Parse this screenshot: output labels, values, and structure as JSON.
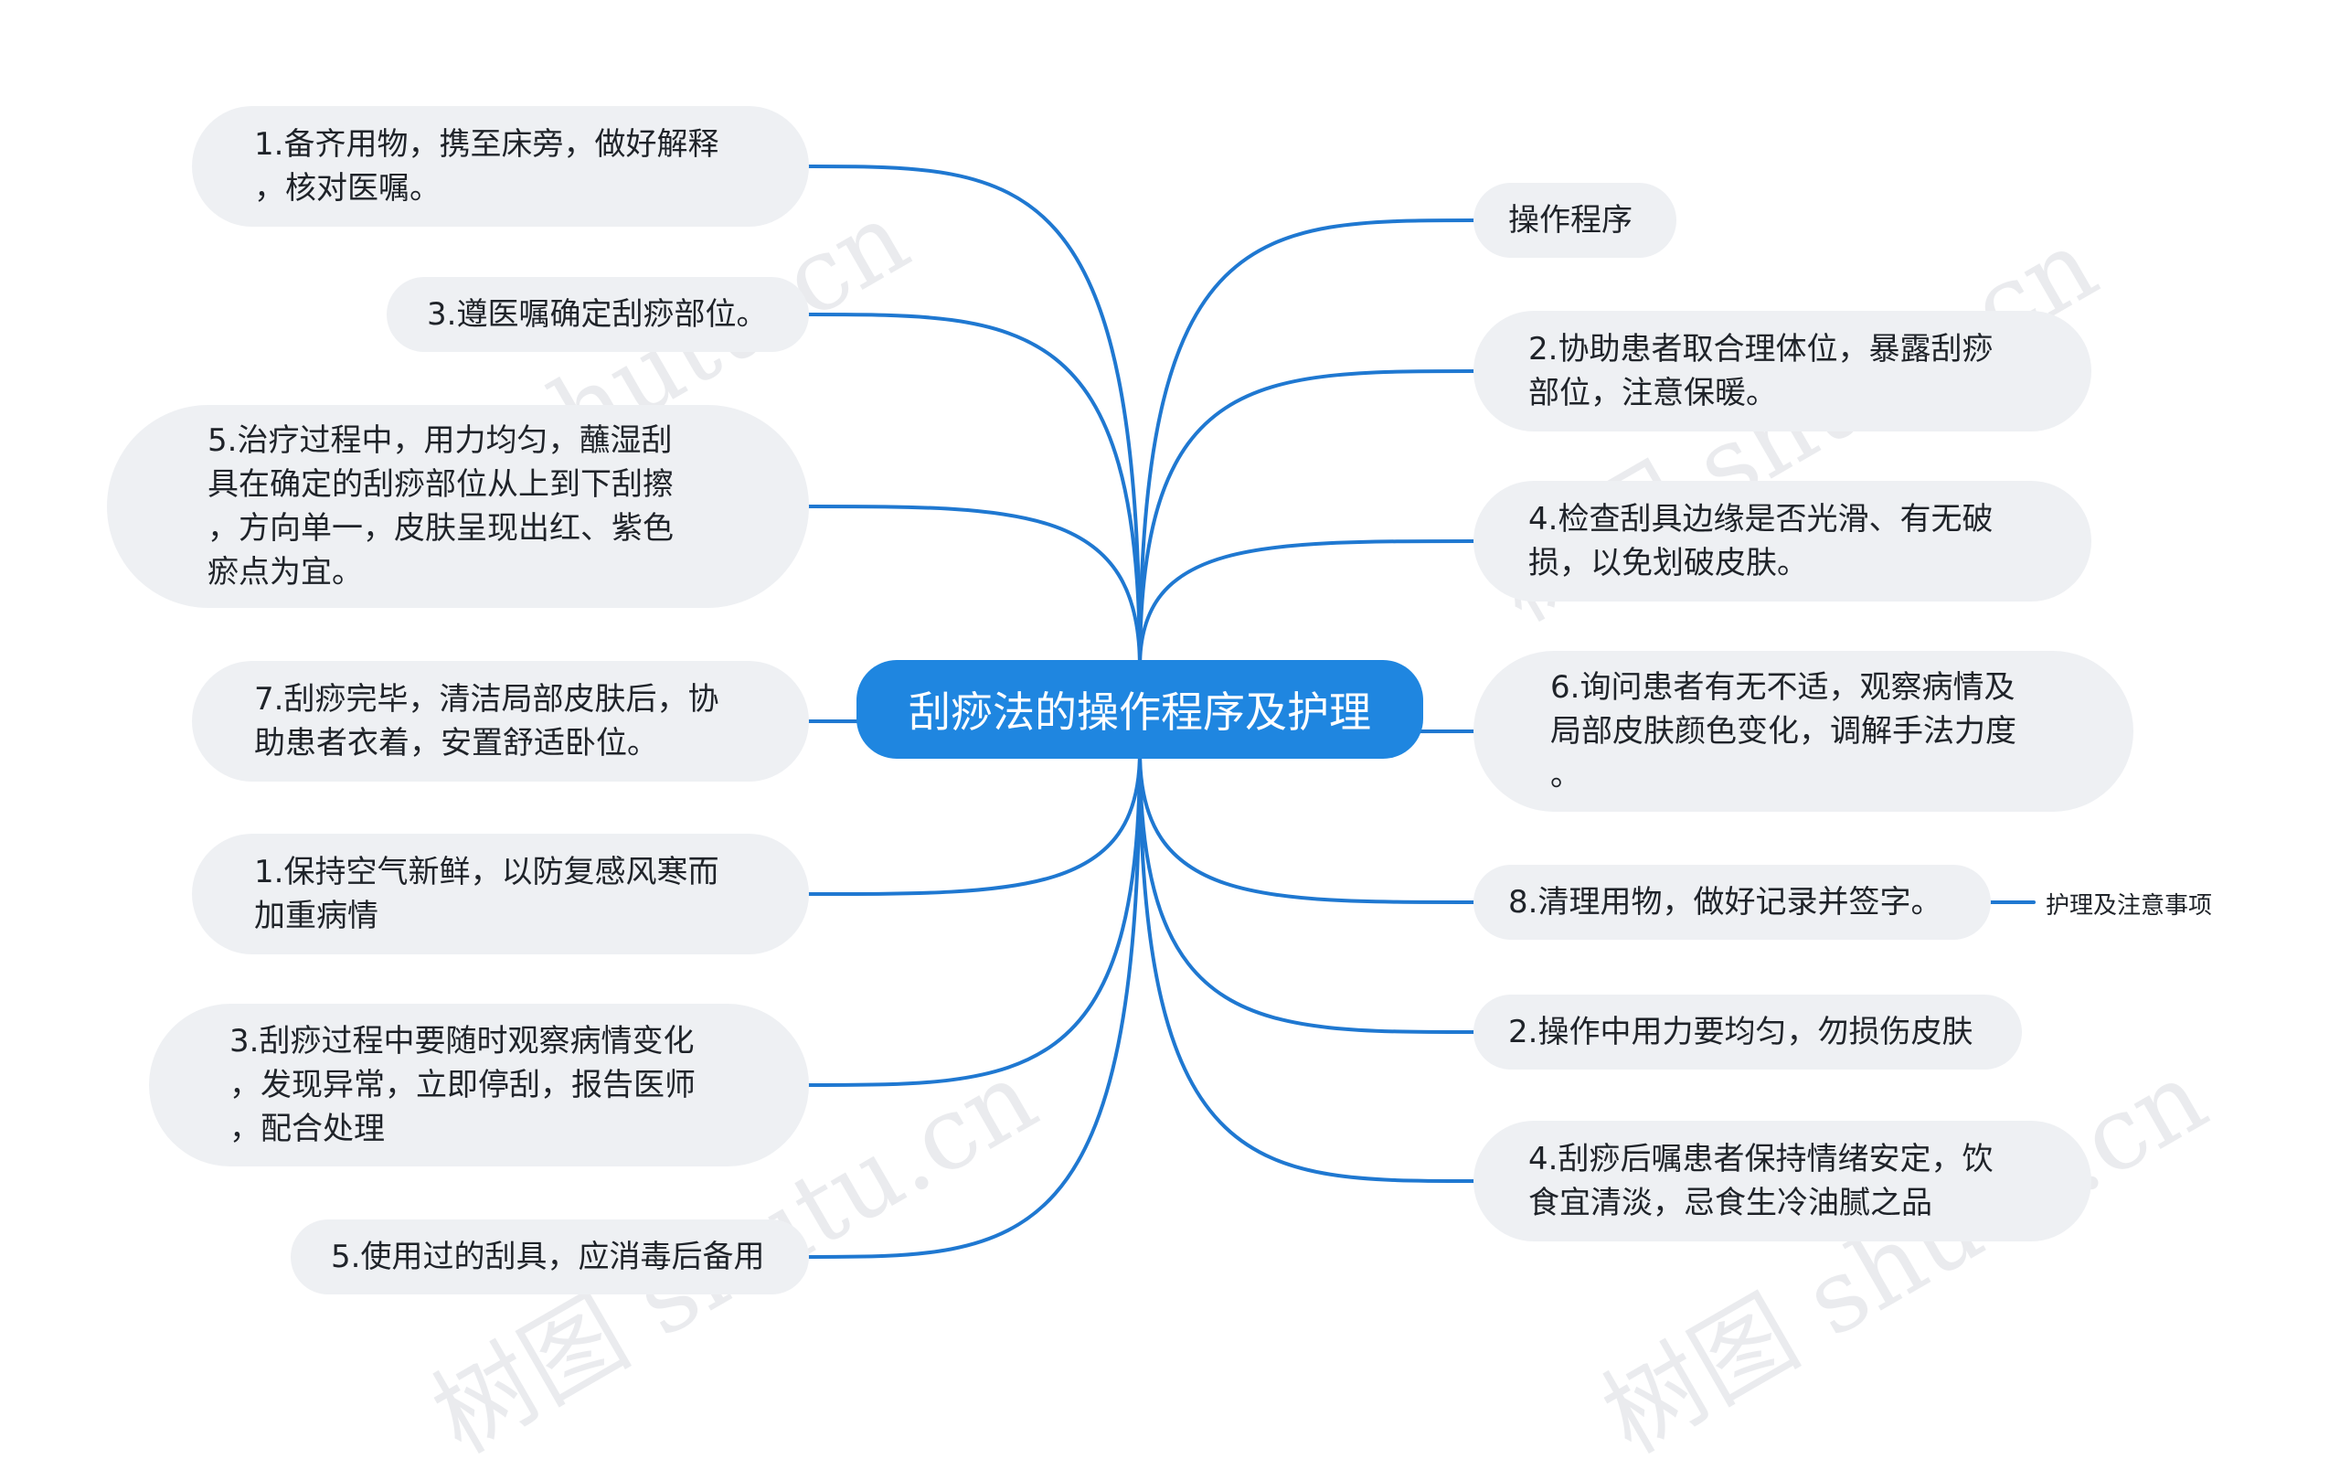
{
  "diagram": {
    "root": "刮痧法的操作程序及护理",
    "left_nodes": [
      "1.备齐用物，携至床旁，做好解释\n，核对医嘱。",
      "3.遵医嘱确定刮痧部位。",
      "5.治疗过程中，用力均匀，蘸湿刮\n具在确定的刮痧部位从上到下刮擦\n，方向单一，皮肤呈现出红、紫色\n瘀点为宜。",
      "7.刮痧完毕，清洁局部皮肤后，协\n助患者衣着，安置舒适卧位。",
      "1.保持空气新鲜，以防复感风寒而\n加重病情",
      "3.刮痧过程中要随时观察病情变化\n，发现异常，立即停刮，报告医师\n，配合处理",
      "5.使用过的刮具，应消毒后备用"
    ],
    "right_nodes": [
      "操作程序",
      "2.协助患者取合理体位，暴露刮痧\n部位，注意保暖。",
      "4.检查刮具边缘是否光滑、有无破\n损，以免划破皮肤。",
      "6.询问患者有无不适，观察病情及\n局部皮肤颜色变化，调解手法力度\n。",
      "8.清理用物，做好记录并签字。",
      "2.操作中用力要均匀，勿损伤皮肤",
      "4.刮痧后嘱患者保持情绪安定，饮\n食宜清淡，忌食生冷油腻之品"
    ],
    "leaf": "护理及注意事项",
    "watermark": "树图 shutu.cn"
  },
  "colors": {
    "line": "#1f78d1",
    "root_bg": "#1f86e0",
    "node_bg": "#eef0f3",
    "text": "#1f2329",
    "watermark": "#d9dce1"
  }
}
